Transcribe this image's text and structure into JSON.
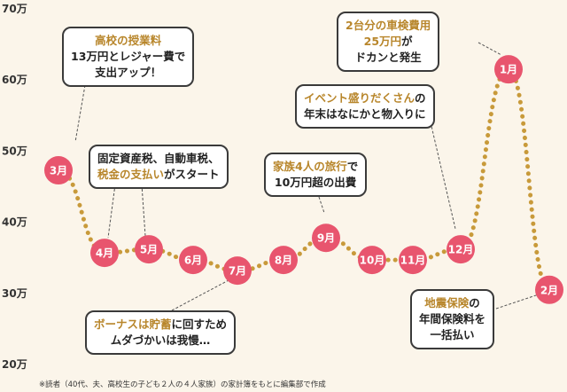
{
  "chart_data": {
    "type": "line",
    "y_unit_suffix": "万",
    "yticks": [
      20,
      30,
      40,
      50,
      60,
      70
    ],
    "ytick_labels": [
      "20万",
      "30万",
      "40万",
      "50万",
      "60万",
      "70万"
    ],
    "ylim": [
      20,
      70
    ],
    "grid": false,
    "categories": [
      "3月",
      "4月",
      "5月",
      "6月",
      "7月",
      "8月",
      "9月",
      "10月",
      "11月",
      "12月",
      "1月",
      "2月"
    ],
    "values": [
      47.3,
      35.7,
      36.2,
      34.7,
      33.2,
      34.7,
      37.8,
      34.7,
      34.7,
      36.2,
      61.5,
      30.5
    ],
    "line_color": "#c89a3a",
    "marker_color": "#e8556e"
  },
  "annotations": [
    {
      "id": "march",
      "lines": [
        [
          {
            "t": "高校の授業料",
            "hl": true
          }
        ],
        [
          {
            "t": "13万円とレジャー費で"
          }
        ],
        [
          {
            "t": "支出アップ！"
          }
        ]
      ]
    },
    {
      "id": "april_may",
      "lines": [
        [
          {
            "t": "固定資産税、自動車税、"
          }
        ],
        [
          {
            "t": "税金の支払い",
            "hl": true
          },
          {
            "t": "がスタート"
          }
        ]
      ]
    },
    {
      "id": "july",
      "lines": [
        [
          {
            "t": "ボーナスは",
            "hl": true
          },
          {
            "t": "貯蓄",
            "hl": true
          },
          {
            "t": "に回すため"
          }
        ],
        [
          {
            "t": "ムダづかいは我慢…"
          }
        ]
      ]
    },
    {
      "id": "september",
      "lines": [
        [
          {
            "t": "家族4人の旅行",
            "hl": true
          },
          {
            "t": "で"
          }
        ],
        [
          {
            "t": "10万円超の出費"
          }
        ]
      ]
    },
    {
      "id": "december",
      "lines": [
        [
          {
            "t": "イベント盛りだくさん",
            "hl": true
          },
          {
            "t": "の"
          }
        ],
        [
          {
            "t": "年末はなにかと物入りに"
          }
        ]
      ]
    },
    {
      "id": "january",
      "lines": [
        [
          {
            "t": "2台分の車検費用",
            "hl": true
          }
        ],
        [
          {
            "t": "25万円",
            "hl": true
          },
          {
            "t": "が"
          }
        ],
        [
          {
            "t": "ドカンと発生"
          }
        ]
      ]
    },
    {
      "id": "february",
      "lines": [
        [
          {
            "t": "地震保険",
            "hl": true
          },
          {
            "t": "の"
          }
        ],
        [
          {
            "t": "年間保険料を"
          }
        ],
        [
          {
            "t": "一括払い"
          }
        ]
      ]
    }
  ],
  "footnote": "※読者（40代、夫、高校生の子ども２人の４人家族）の家計簿をもとに編集部で作成"
}
